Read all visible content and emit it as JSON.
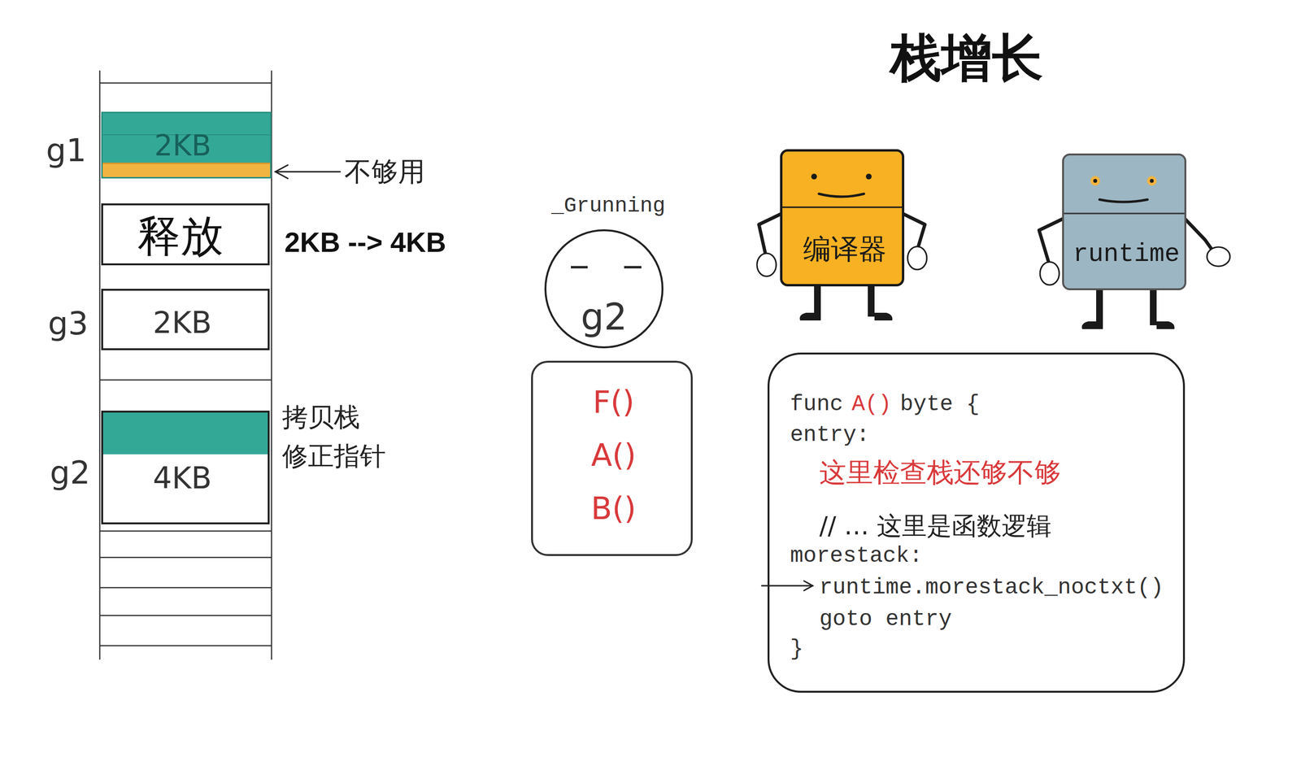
{
  "diagram": {
    "title": "栈增长",
    "nodes": [
      {
        "text": [
          "g1",
          "2KB"
        ]
      },
      {
        "text": [
          "释放"
        ]
      },
      {
        "text": [
          "g3",
          "2KB"
        ]
      },
      {
        "text": [
          "g2",
          "4KB"
        ]
      },
      {
        "text": [
          "_Grunning",
          "g2"
        ]
      },
      {
        "text": [
          "F()",
          "A()",
          "B()"
        ]
      },
      {
        "text": [
          "编译器"
        ]
      },
      {
        "text": [
          "runtime"
        ]
      },
      {
        "text": [
          "func",
          "A()",
          "byte {",
          "entry:",
          "这里检查栈还够不够",
          "// … 这里是函数逻辑",
          "morestack:",
          "runtime.morestack_noctxt()",
          "goto entry",
          "}"
        ]
      }
    ],
    "labels": [
      "不够用",
      "2KB --> 4KB",
      "拷贝栈",
      "修正指针"
    ]
  }
}
